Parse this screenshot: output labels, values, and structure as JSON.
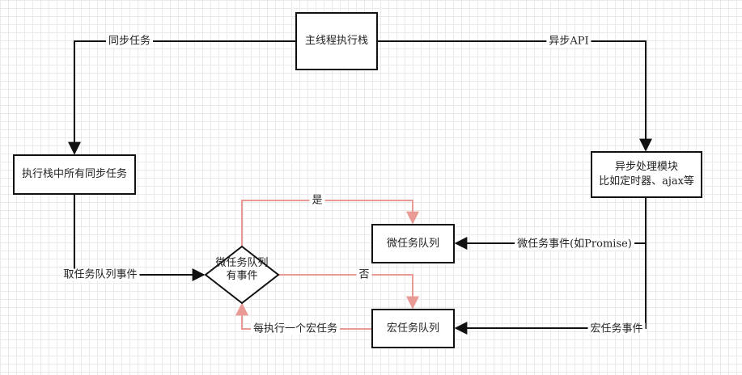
{
  "nodes": {
    "main_stack": "主线程执行栈",
    "sync_tasks": "执行栈中所有同步任务",
    "async_module": [
      "异步处理模块",
      "比如定时器、ajax等"
    ],
    "micro_queue": "微任务队列",
    "macro_queue": "宏任务队列",
    "decision": [
      "微任务队列",
      "有事件"
    ]
  },
  "edges": {
    "sync": "同步任务",
    "async_api": "异步API",
    "take_event": "取任务队列事件",
    "micro_event": "微任务事件(如Promise)",
    "macro_event": "宏任务事件",
    "yes": "是",
    "no": "否",
    "each_macro": "每执行一个宏任务"
  },
  "colors": {
    "stroke": "#111111",
    "loop_stroke": "#ea9a94",
    "grid": "#eaeaea"
  }
}
